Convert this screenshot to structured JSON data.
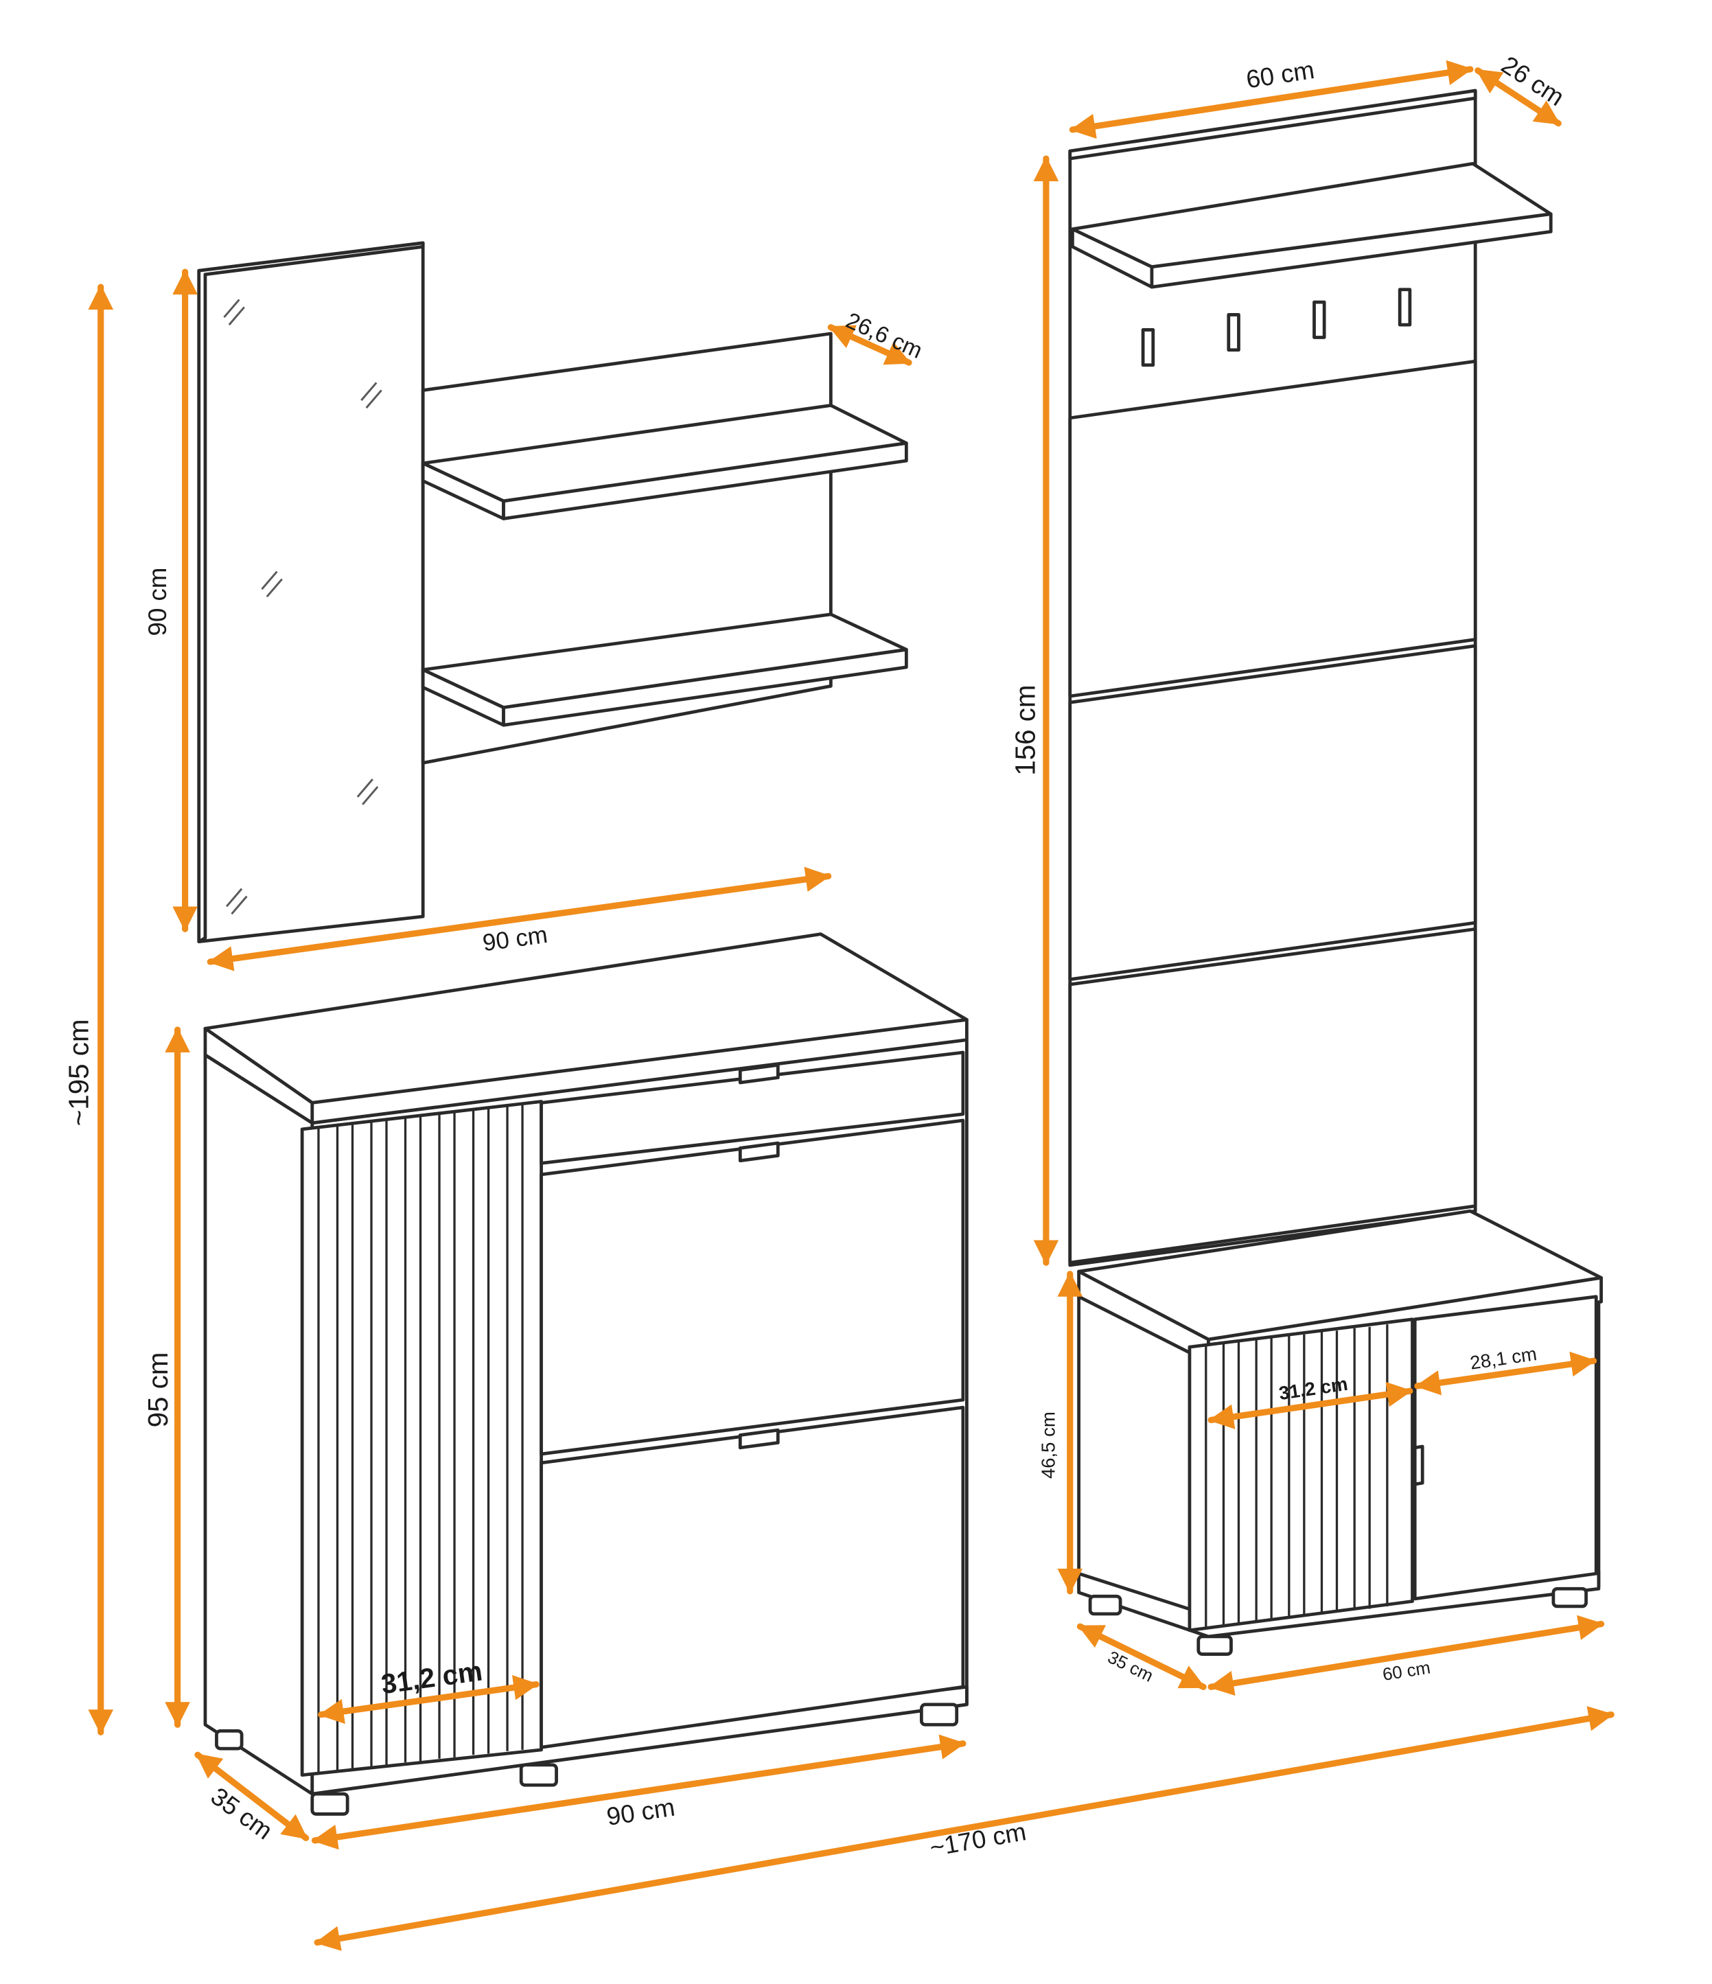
{
  "colors": {
    "dimension_line": "#f08c1a",
    "outline": "#2a2a2a",
    "background": "#ffffff"
  },
  "units": {
    "mirror_shelf": {
      "height_label": "90 cm",
      "width_label": "90 cm",
      "shelf_depth_label": "26,6 cm"
    },
    "shoe_cabinet": {
      "height_label": "95 cm",
      "width_label": "90 cm",
      "depth_label": "35 cm",
      "door_width_label": "31,2 cm"
    },
    "coat_panel": {
      "height_label": "156 cm",
      "width_label": "60 cm",
      "shelf_depth_label": "26 cm"
    },
    "bench": {
      "height_label": "46,5 cm",
      "width_label": "60 cm",
      "depth_label": "35 cm",
      "left_door_label": "31,2 cm",
      "right_door_label": "28,1 cm"
    }
  },
  "overall": {
    "height_label": "~195 cm",
    "width_label": "~170 cm"
  }
}
